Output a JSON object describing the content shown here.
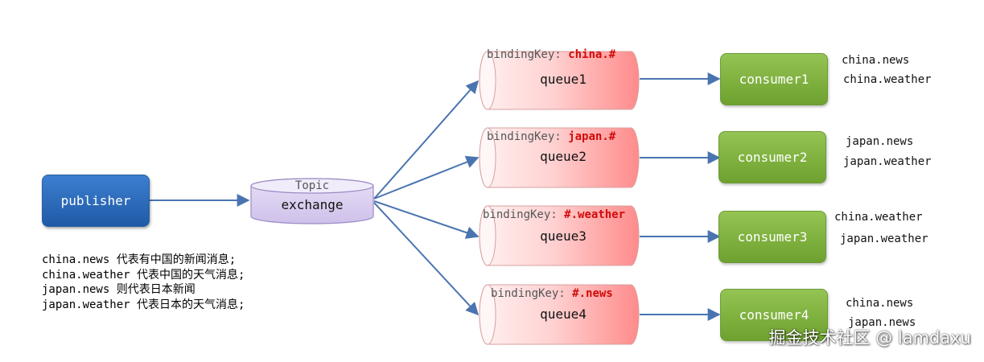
{
  "publisher": {
    "label": "publisher"
  },
  "exchange": {
    "type_label": "Topic",
    "label": "exchange"
  },
  "binding_key_prefix": "bindingKey: ",
  "queues": [
    {
      "label": "queue1",
      "binding_key": "china.#"
    },
    {
      "label": "queue2",
      "binding_key": "japan.#"
    },
    {
      "label": "queue3",
      "binding_key": "#.weather"
    },
    {
      "label": "queue4",
      "binding_key": "#.news"
    }
  ],
  "consumers": [
    {
      "label": "consumer1",
      "routing_keys": [
        "china.news",
        "china.weather"
      ]
    },
    {
      "label": "consumer2",
      "routing_keys": [
        "japan.news",
        "japan.weather"
      ]
    },
    {
      "label": "consumer3",
      "routing_keys": [
        "china.weather",
        "japan.weather"
      ]
    },
    {
      "label": "consumer4",
      "routing_keys": [
        "china.news",
        "japan.news"
      ]
    }
  ],
  "description_lines": [
    "china.news 代表有中国的新闻消息;",
    "china.weather 代表中国的天气消息;",
    "japan.news 则代表日本新闻",
    "japan.weather 代表日本的天气消息;"
  ],
  "watermark": "掘金技术社区 @ lamdaxu",
  "colors": {
    "publisher": "#2e6bbd",
    "exchange": "#d9ccf0",
    "queue_fill_start": "#fff1f1",
    "queue_fill_end": "#ff8b8b",
    "consumer": "#80b33e",
    "arrow": "#4a74b0",
    "binding_key": "#d20a0a"
  }
}
